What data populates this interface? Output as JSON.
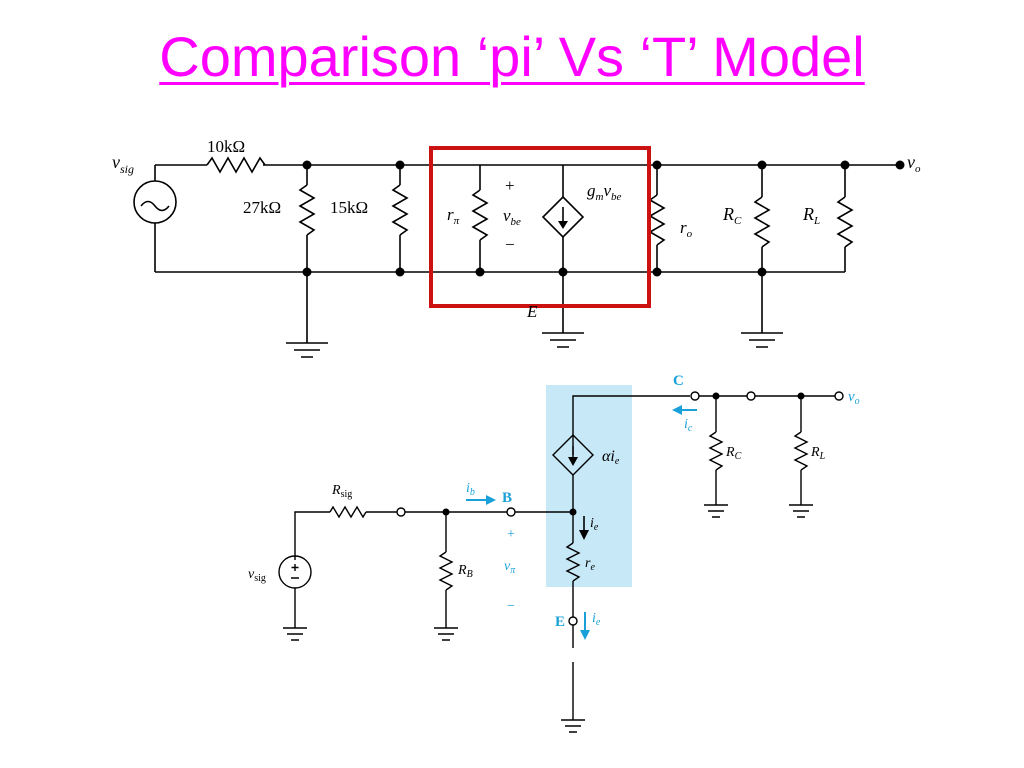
{
  "slide": {
    "title": "Comparison ‘pi’ Vs ‘T’ Model",
    "title_color": "#ff00ff"
  },
  "pi_model": {
    "source_label": "v",
    "source_label_sub": "sig",
    "r_series": "10kΩ",
    "r1": "27kΩ",
    "r2": "15kΩ",
    "r_pi": "r",
    "r_pi_sub": "π",
    "plus": "+",
    "minus": "−",
    "v_be": "v",
    "v_be_sub": "be",
    "gm_label": "g",
    "gm_sub": "m",
    "gm_v": "v",
    "gm_v_sub": "be",
    "r_o": "r",
    "r_o_sub": "o",
    "r_c": "R",
    "r_c_sub": "C",
    "r_l": "R",
    "r_l_sub": "L",
    "out": "v",
    "out_sub": "o",
    "emitter": "E",
    "highlight_color": "#cc1111"
  },
  "t_model": {
    "collector": "C",
    "base": "B",
    "emitter": "E",
    "i_c": "i",
    "i_c_sub": "c",
    "i_b": "i",
    "i_b_sub": "b",
    "i_e": "i",
    "i_e_sub": "e",
    "alpha": "αi",
    "alpha_sub": "e",
    "r_c": "R",
    "r_c_sub": "C",
    "r_l": "R",
    "r_l_sub": "L",
    "r_b": "R",
    "r_b_sub": "B",
    "r_e": "r",
    "r_e_sub": "e",
    "r_sig": "R",
    "r_sig_sub": "sig",
    "v_sig": "v",
    "v_sig_sub": "sig",
    "v_pi": "v",
    "v_pi_sub": "π",
    "out": "v",
    "out_sub": "o",
    "plus": "+",
    "minus": "−",
    "accent_color": "#1aa0d8",
    "highlight_fill": "#c7e8f7"
  }
}
